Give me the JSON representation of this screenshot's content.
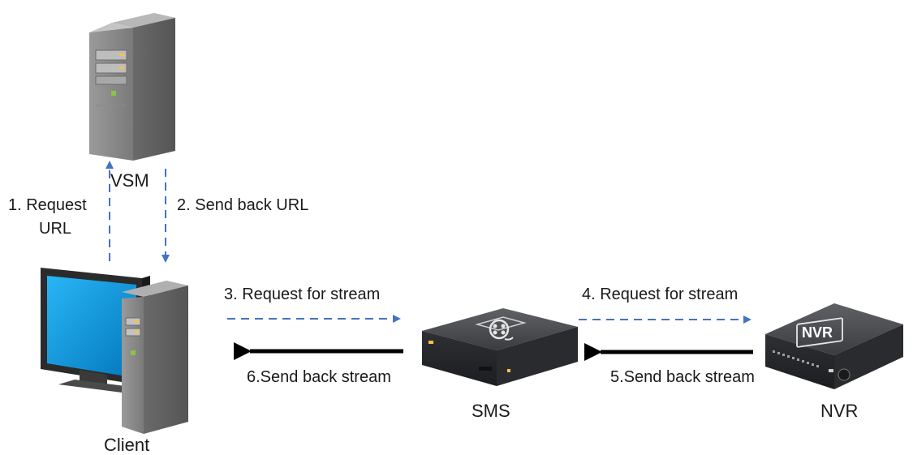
{
  "nodes": {
    "vsm": {
      "label": "VSM",
      "icon": "tower-server-icon"
    },
    "client": {
      "label": "Client",
      "icon": "desktop-computer-icon"
    },
    "sms": {
      "label": "SMS",
      "icon": "streaming-media-server-icon"
    },
    "nvr": {
      "label": "NVR",
      "badge": "NVR",
      "icon": "network-video-recorder-icon"
    }
  },
  "edges": {
    "step1": {
      "lines": [
        "1. Request",
        "URL"
      ],
      "style": "dashed",
      "color": "#4472c4"
    },
    "step2": {
      "label": "2. Send back URL",
      "style": "dashed",
      "color": "#4472c4"
    },
    "step3": {
      "label": "3. Request for stream",
      "style": "dashed",
      "color": "#4472c4"
    },
    "step4": {
      "label": "4. Request for stream",
      "style": "dashed",
      "color": "#4472c4"
    },
    "step5": {
      "label": "5.Send back stream",
      "style": "solid",
      "color": "#000000"
    },
    "step6": {
      "label": "6.Send back stream",
      "style": "solid",
      "color": "#000000"
    }
  }
}
